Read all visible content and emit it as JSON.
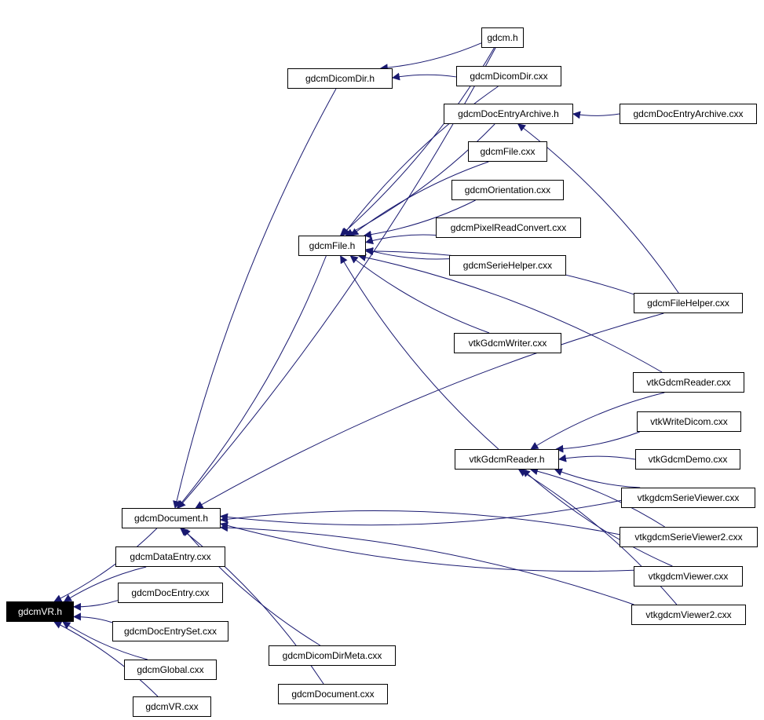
{
  "graph": {
    "root": "n_vr_h",
    "nodes": [
      {
        "id": "n_gdcm_h",
        "label": "gdcm.h"
      },
      {
        "id": "n_dicomdir_h",
        "label": "gdcmDicomDir.h"
      },
      {
        "id": "n_dicomdir_cxx",
        "label": "gdcmDicomDir.cxx"
      },
      {
        "id": "n_docentryarchive_h",
        "label": "gdcmDocEntryArchive.h"
      },
      {
        "id": "n_docentryarchive_cxx",
        "label": "gdcmDocEntryArchive.cxx"
      },
      {
        "id": "n_file_cxx",
        "label": "gdcmFile.cxx"
      },
      {
        "id": "n_orientation_cxx",
        "label": "gdcmOrientation.cxx"
      },
      {
        "id": "n_pixelreadconvert_cxx",
        "label": "gdcmPixelReadConvert.cxx"
      },
      {
        "id": "n_file_h",
        "label": "gdcmFile.h"
      },
      {
        "id": "n_seriehelper_cxx",
        "label": "gdcmSerieHelper.cxx"
      },
      {
        "id": "n_filehelper_cxx",
        "label": "gdcmFileHelper.cxx"
      },
      {
        "id": "n_vtkgdcmwriter_cxx",
        "label": "vtkGdcmWriter.cxx"
      },
      {
        "id": "n_vtkgdcmreader_cxx",
        "label": "vtkGdcmReader.cxx"
      },
      {
        "id": "n_vtkwritedicom_cxx",
        "label": "vtkWriteDicom.cxx"
      },
      {
        "id": "n_vtkgdcmreader_h",
        "label": "vtkGdcmReader.h"
      },
      {
        "id": "n_vtkgdcmdemo_cxx",
        "label": "vtkGdcmDemo.cxx"
      },
      {
        "id": "n_serieviewer_cxx",
        "label": "vtkgdcmSerieViewer.cxx"
      },
      {
        "id": "n_document_h",
        "label": "gdcmDocument.h"
      },
      {
        "id": "n_serieviewer2_cxx",
        "label": "vtkgdcmSerieViewer2.cxx"
      },
      {
        "id": "n_dataentry_cxx",
        "label": "gdcmDataEntry.cxx"
      },
      {
        "id": "n_viewer_cxx",
        "label": "vtkgdcmViewer.cxx"
      },
      {
        "id": "n_docentry_cxx",
        "label": "gdcmDocEntry.cxx"
      },
      {
        "id": "n_vr_h",
        "label": "gdcmVR.h"
      },
      {
        "id": "n_viewer2_cxx",
        "label": "vtkgdcmViewer2.cxx"
      },
      {
        "id": "n_docentryset_cxx",
        "label": "gdcmDocEntrySet.cxx"
      },
      {
        "id": "n_dicomdirmeta_cxx",
        "label": "gdcmDicomDirMeta.cxx"
      },
      {
        "id": "n_global_cxx",
        "label": "gdcmGlobal.cxx"
      },
      {
        "id": "n_document_cxx",
        "label": "gdcmDocument.cxx"
      },
      {
        "id": "n_vr_cxx",
        "label": "gdcmVR.cxx"
      }
    ],
    "edges": [
      {
        "from": "n_document_h",
        "to": "n_vr_h"
      },
      {
        "from": "n_dataentry_cxx",
        "to": "n_vr_h"
      },
      {
        "from": "n_docentry_cxx",
        "to": "n_vr_h"
      },
      {
        "from": "n_docentryset_cxx",
        "to": "n_vr_h"
      },
      {
        "from": "n_global_cxx",
        "to": "n_vr_h"
      },
      {
        "from": "n_vr_cxx",
        "to": "n_vr_h"
      },
      {
        "from": "n_gdcm_h",
        "to": "n_document_h"
      },
      {
        "from": "n_dicomdir_h",
        "to": "n_document_h"
      },
      {
        "from": "n_file_h",
        "to": "n_document_h"
      },
      {
        "from": "n_filehelper_cxx",
        "to": "n_document_h"
      },
      {
        "from": "n_serieviewer_cxx",
        "to": "n_document_h"
      },
      {
        "from": "n_serieviewer2_cxx",
        "to": "n_document_h"
      },
      {
        "from": "n_viewer_cxx",
        "to": "n_document_h"
      },
      {
        "from": "n_viewer2_cxx",
        "to": "n_document_h"
      },
      {
        "from": "n_dicomdirmeta_cxx",
        "to": "n_document_h"
      },
      {
        "from": "n_document_cxx",
        "to": "n_document_h"
      },
      {
        "from": "n_gdcm_h",
        "to": "n_dicomdir_h"
      },
      {
        "from": "n_dicomdir_cxx",
        "to": "n_dicomdir_h"
      },
      {
        "from": "n_docentryarchive_cxx",
        "to": "n_docentryarchive_h"
      },
      {
        "from": "n_filehelper_cxx",
        "to": "n_docentryarchive_h"
      },
      {
        "from": "n_gdcm_h",
        "to": "n_file_h"
      },
      {
        "from": "n_dicomdir_cxx",
        "to": "n_file_h"
      },
      {
        "from": "n_docentryarchive_h",
        "to": "n_file_h"
      },
      {
        "from": "n_file_cxx",
        "to": "n_file_h"
      },
      {
        "from": "n_orientation_cxx",
        "to": "n_file_h"
      },
      {
        "from": "n_pixelreadconvert_cxx",
        "to": "n_file_h"
      },
      {
        "from": "n_seriehelper_cxx",
        "to": "n_file_h"
      },
      {
        "from": "n_filehelper_cxx",
        "to": "n_file_h"
      },
      {
        "from": "n_vtkgdcmwriter_cxx",
        "to": "n_file_h"
      },
      {
        "from": "n_vtkgdcmreader_cxx",
        "to": "n_file_h"
      },
      {
        "from": "n_vtkgdcmreader_h",
        "to": "n_file_h"
      },
      {
        "from": "n_vtkgdcmreader_cxx",
        "to": "n_vtkgdcmreader_h"
      },
      {
        "from": "n_vtkwritedicom_cxx",
        "to": "n_vtkgdcmreader_h"
      },
      {
        "from": "n_vtkgdcmdemo_cxx",
        "to": "n_vtkgdcmreader_h"
      },
      {
        "from": "n_serieviewer_cxx",
        "to": "n_vtkgdcmreader_h"
      },
      {
        "from": "n_serieviewer2_cxx",
        "to": "n_vtkgdcmreader_h"
      },
      {
        "from": "n_viewer_cxx",
        "to": "n_vtkgdcmreader_h"
      },
      {
        "from": "n_viewer2_cxx",
        "to": "n_vtkgdcmreader_h"
      }
    ]
  },
  "colors": {
    "edge": "#191970",
    "root_fill": "#000000",
    "root_text": "#ffffff",
    "node_fill": "#ffffff",
    "node_border": "#000000"
  }
}
